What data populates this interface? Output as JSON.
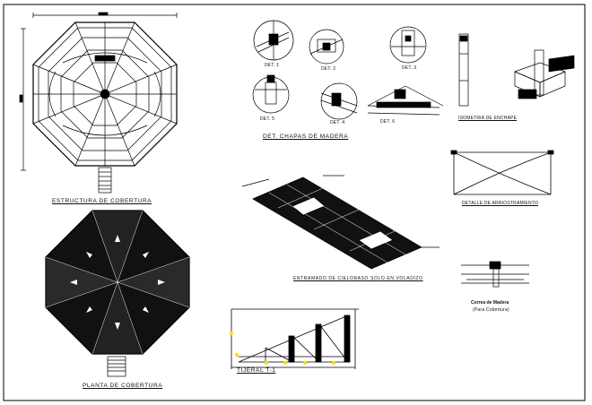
{
  "labels": {
    "estructura": "ESTRUCTURA DE COBERTURA",
    "planta": "PLANTA DE COBERTURA",
    "det_chapas": "DET. CHAPAS DE MADERA",
    "det1": "DET. 1",
    "det2": "DET. 2",
    "det3": "DET. 3",
    "det5": "DET. 5",
    "det4": "DET. 4",
    "det6": "DET. 6",
    "isometria": "ISOMETRIA DE ENCHAPE",
    "entramado": "ENTRAMADO DE CIELORASO SOLO EN VOLADIZO",
    "arriostramiento": "DETALLE DE ARRIOSTRAMIENTO",
    "tijeral": "TIJERAL T-1",
    "correa": "Correa de Madera",
    "correa_sub": "(Para Cobertura)"
  }
}
